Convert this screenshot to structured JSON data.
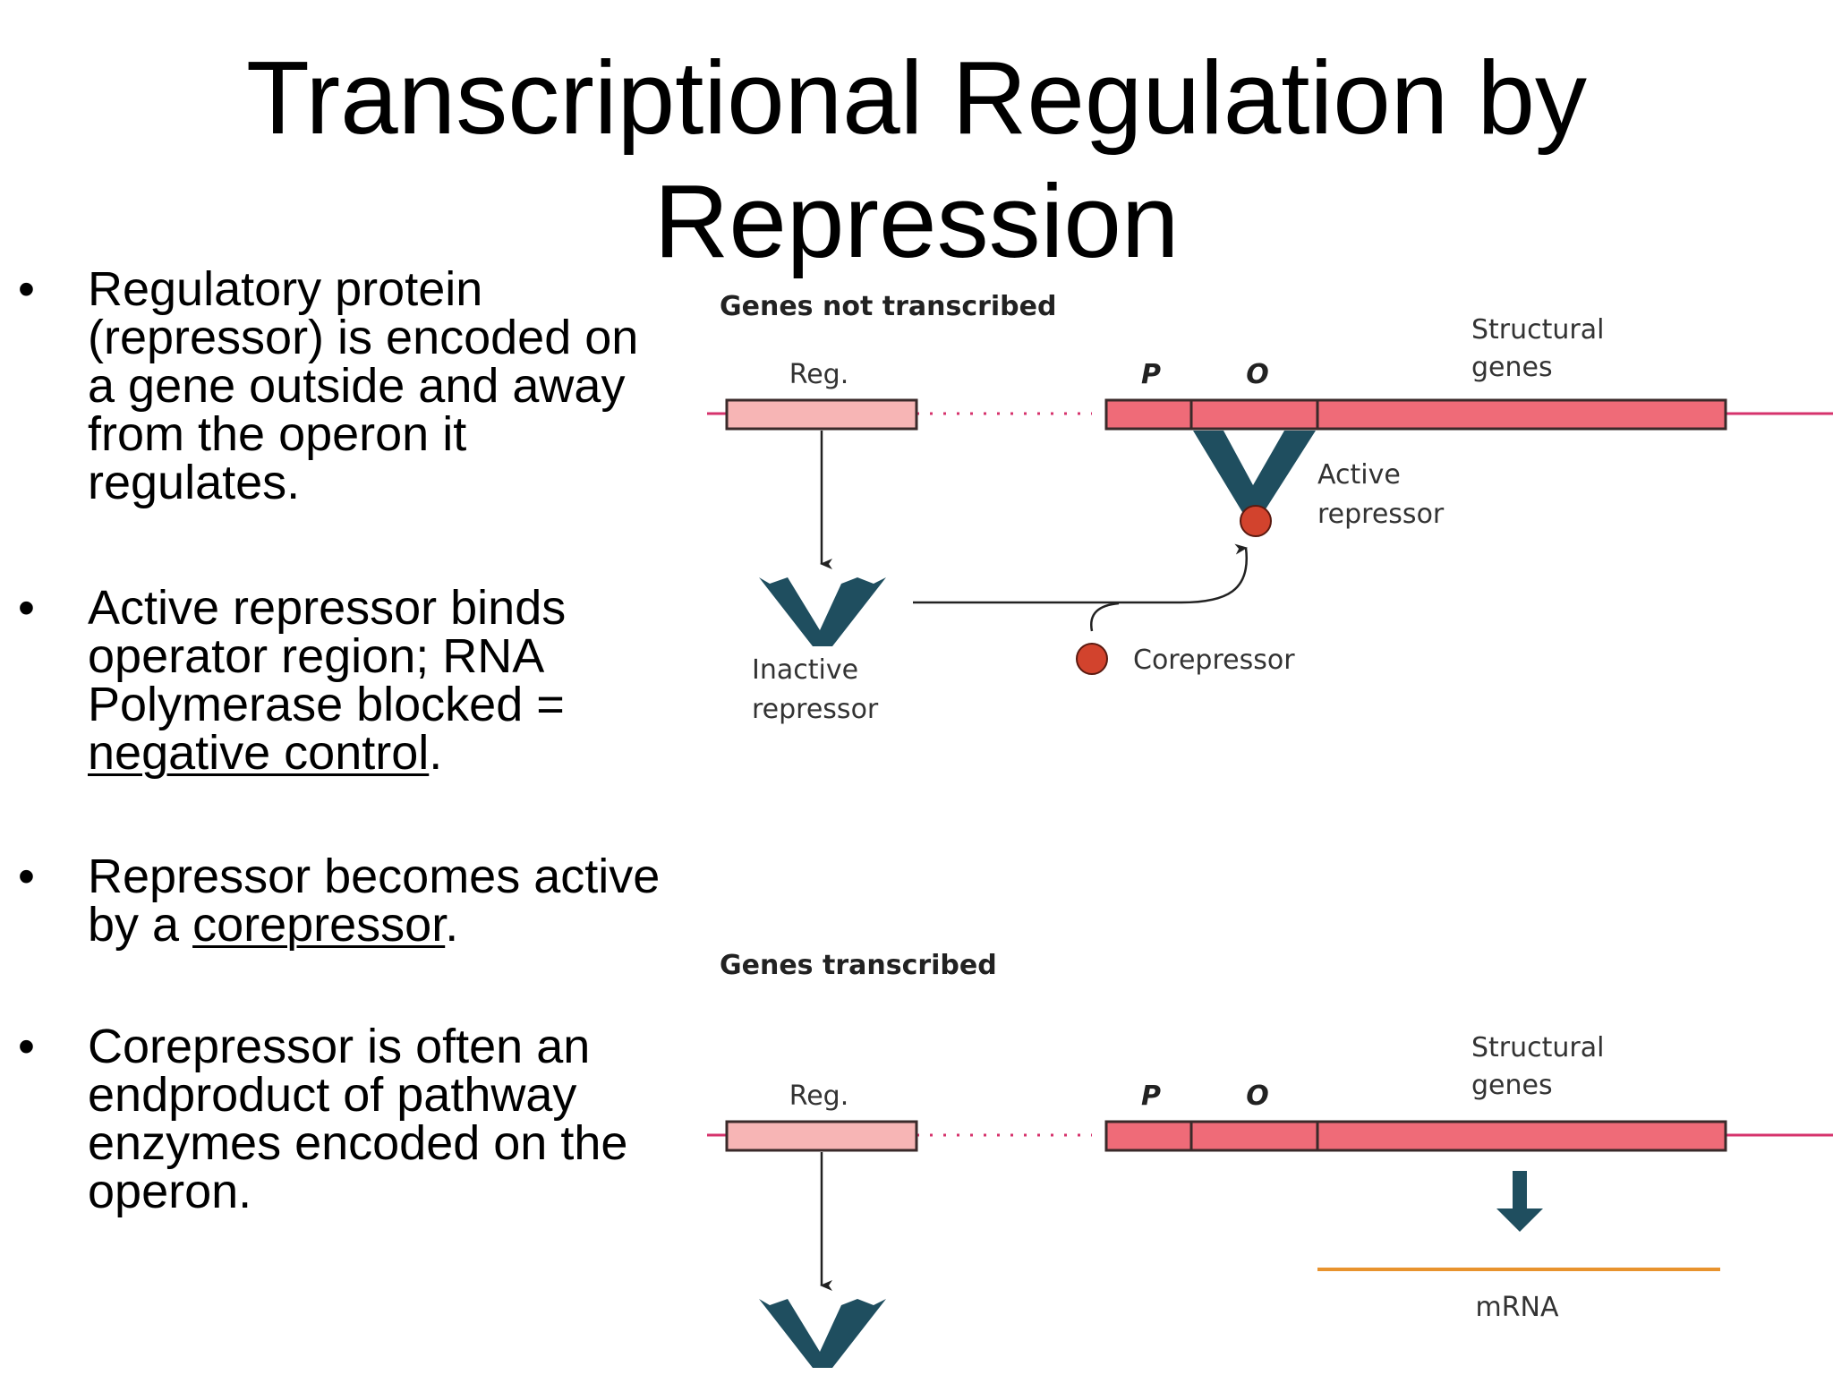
{
  "title": {
    "line1": "Transcriptional Regulation by",
    "line2": "Repression"
  },
  "bullets": [
    {
      "parts": [
        "Regulatory protein (repressor) is encoded on a gene outside and away from the operon it regulates."
      ]
    },
    {
      "before": "Active repressor binds operator region; RNA Polymerase blocked = ",
      "underlined": "negative control",
      "after": "."
    },
    {
      "before": "Repressor becomes active by a ",
      "underlined": "corepressor",
      "after": "."
    },
    {
      "parts": [
        "Corepressor is often an endproduct of pathway enzymes encoded on the operon."
      ]
    }
  ],
  "bullet_symbol": "•",
  "diagram": {
    "top_panel": {
      "heading": "Genes  not transcribed",
      "reg_label": "Reg.",
      "promoter_label": "P",
      "operator_label": "O",
      "structural_label_line1": "Structural",
      "structural_label_line2": "genes",
      "active_repressor_line1": "Active",
      "active_repressor_line2": "repressor",
      "inactive_repressor_line1": "Inactive",
      "inactive_repressor_line2": "repressor",
      "corepressor_label": "Corepressor"
    },
    "bottom_panel": {
      "heading": "Genes transcribed",
      "reg_label": "Reg.",
      "promoter_label": "P",
      "operator_label": "O",
      "structural_label_line1": "Structural",
      "structural_label_line2": "genes",
      "mrna_label": "mRNA"
    },
    "colors": {
      "dna_line": "#d6336c",
      "reg_gene_fill": "#f7b5b5",
      "operon_fill": "#ef6b78",
      "gene_outline": "#3a2a2a",
      "repressor": "#1f4e5f",
      "corepressor": "#d2432d",
      "mrna": "#e8932e",
      "arrow": "#222222"
    }
  }
}
